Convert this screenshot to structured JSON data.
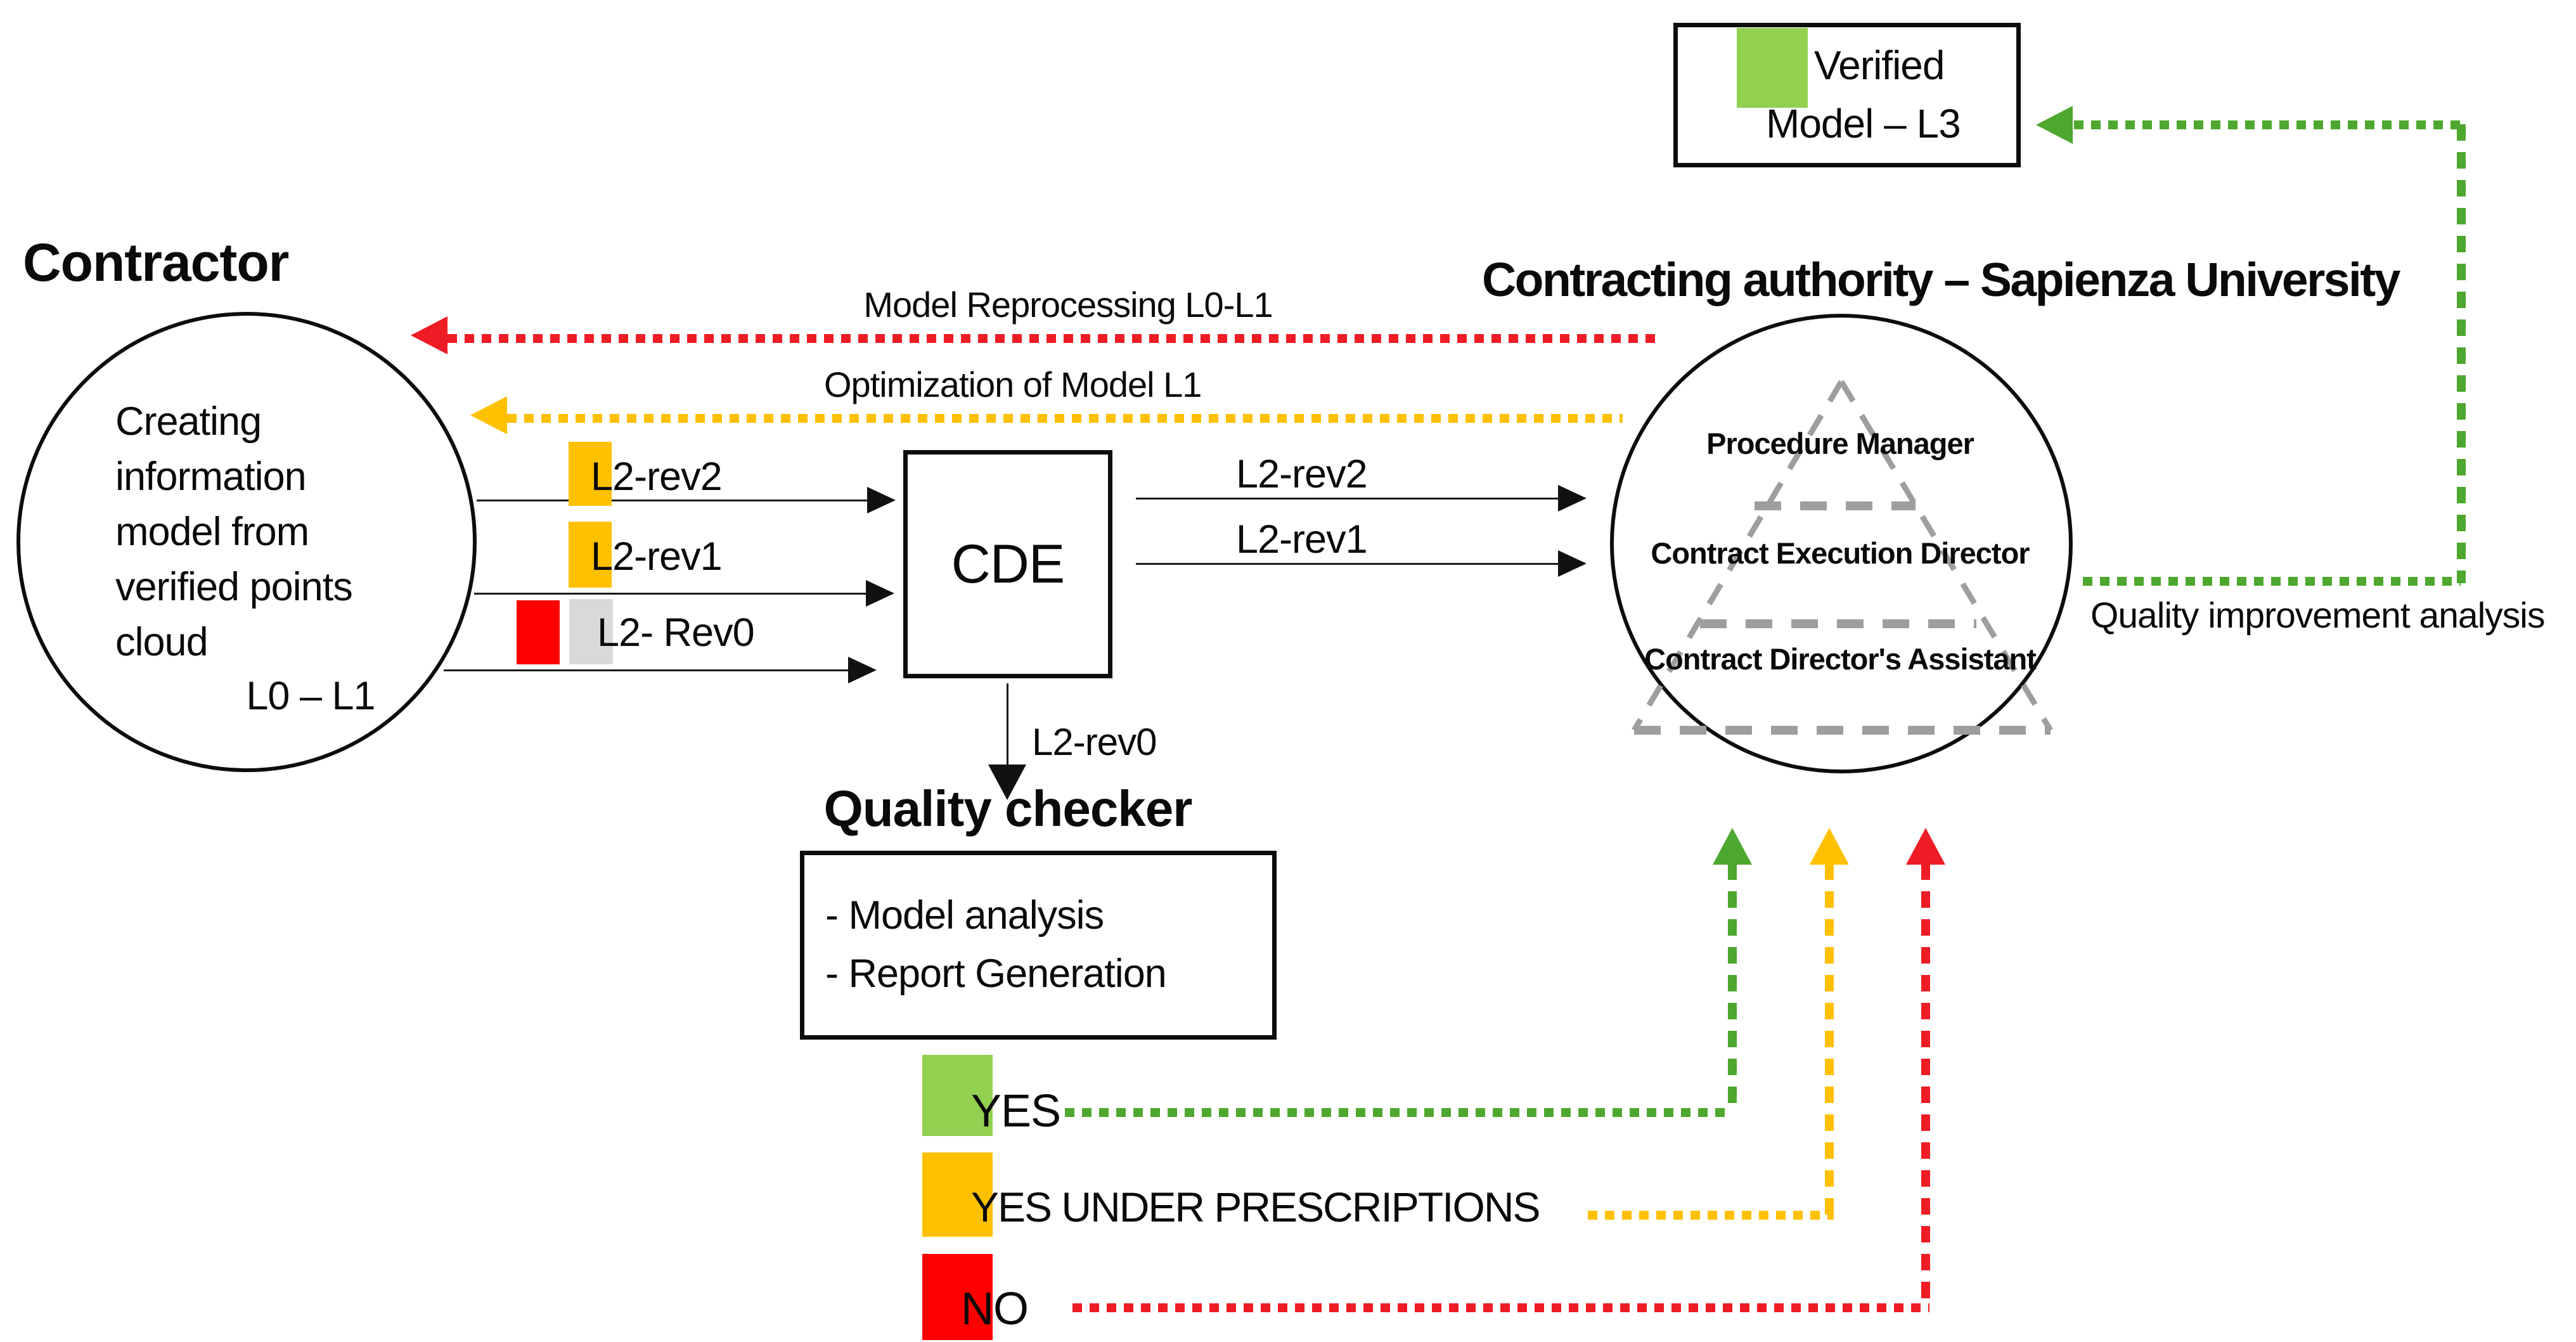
{
  "colors": {
    "green": "#92D050",
    "green_line": "#4EA72E",
    "yellow": "#FFC000",
    "red": "#FF0000",
    "red_line": "#EE1C25",
    "grey": "#D9D9D9",
    "pyramid_dash": "#9E9E9E"
  },
  "contractor": {
    "title": "Contractor",
    "body": "Creating\ninformation\nmodel from\nverified points\ncloud",
    "level": "L0 – L1"
  },
  "feedback": {
    "reprocessing": "Model Reprocessing L0-L1",
    "optimization": "Optimization of Model L1"
  },
  "uploads": {
    "rev2": "L2-rev2",
    "rev1": "L2-rev1",
    "rev0": "L2- Rev0"
  },
  "cde": {
    "label": "CDE",
    "out_rev2": "L2-rev2",
    "out_rev1": "L2-rev1",
    "down_rev0": "L2-rev0"
  },
  "authority": {
    "title": "Contracting authority – Sapienza University",
    "roles": [
      "Procedure Manager",
      "Contract Execution Director",
      "Contract Director's Assistant"
    ]
  },
  "verified": {
    "line1": "Verified",
    "line2": "Model – L3"
  },
  "quality_improvement_label": "Quality improvement analysis",
  "quality_checker": {
    "title": "Quality checker",
    "items": [
      "- Model analysis",
      "- Report Generation"
    ]
  },
  "legend": [
    {
      "label": "YES",
      "color": "#92D050"
    },
    {
      "label": "YES UNDER PRESCRIPTIONS",
      "color": "#FFC000"
    },
    {
      "label": "NO",
      "color": "#FF0000"
    }
  ]
}
